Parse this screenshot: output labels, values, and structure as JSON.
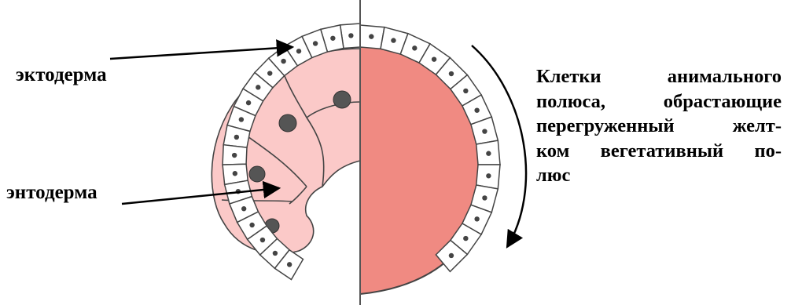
{
  "labels": {
    "ectoderm": "эктодерма",
    "endoderm": "энтодерма"
  },
  "caption": {
    "lines": [
      "Клетки анимального",
      "полюса, обрастающие",
      "перегруженный желт-",
      "ком вегетативный по-",
      "люс"
    ]
  },
  "colors": {
    "yolk": "#f08a82",
    "endoderm_cells": "#fbc9c8",
    "ectoderm_cells": "#ffffff",
    "outline": "#555555",
    "nucleus": "#666666"
  }
}
